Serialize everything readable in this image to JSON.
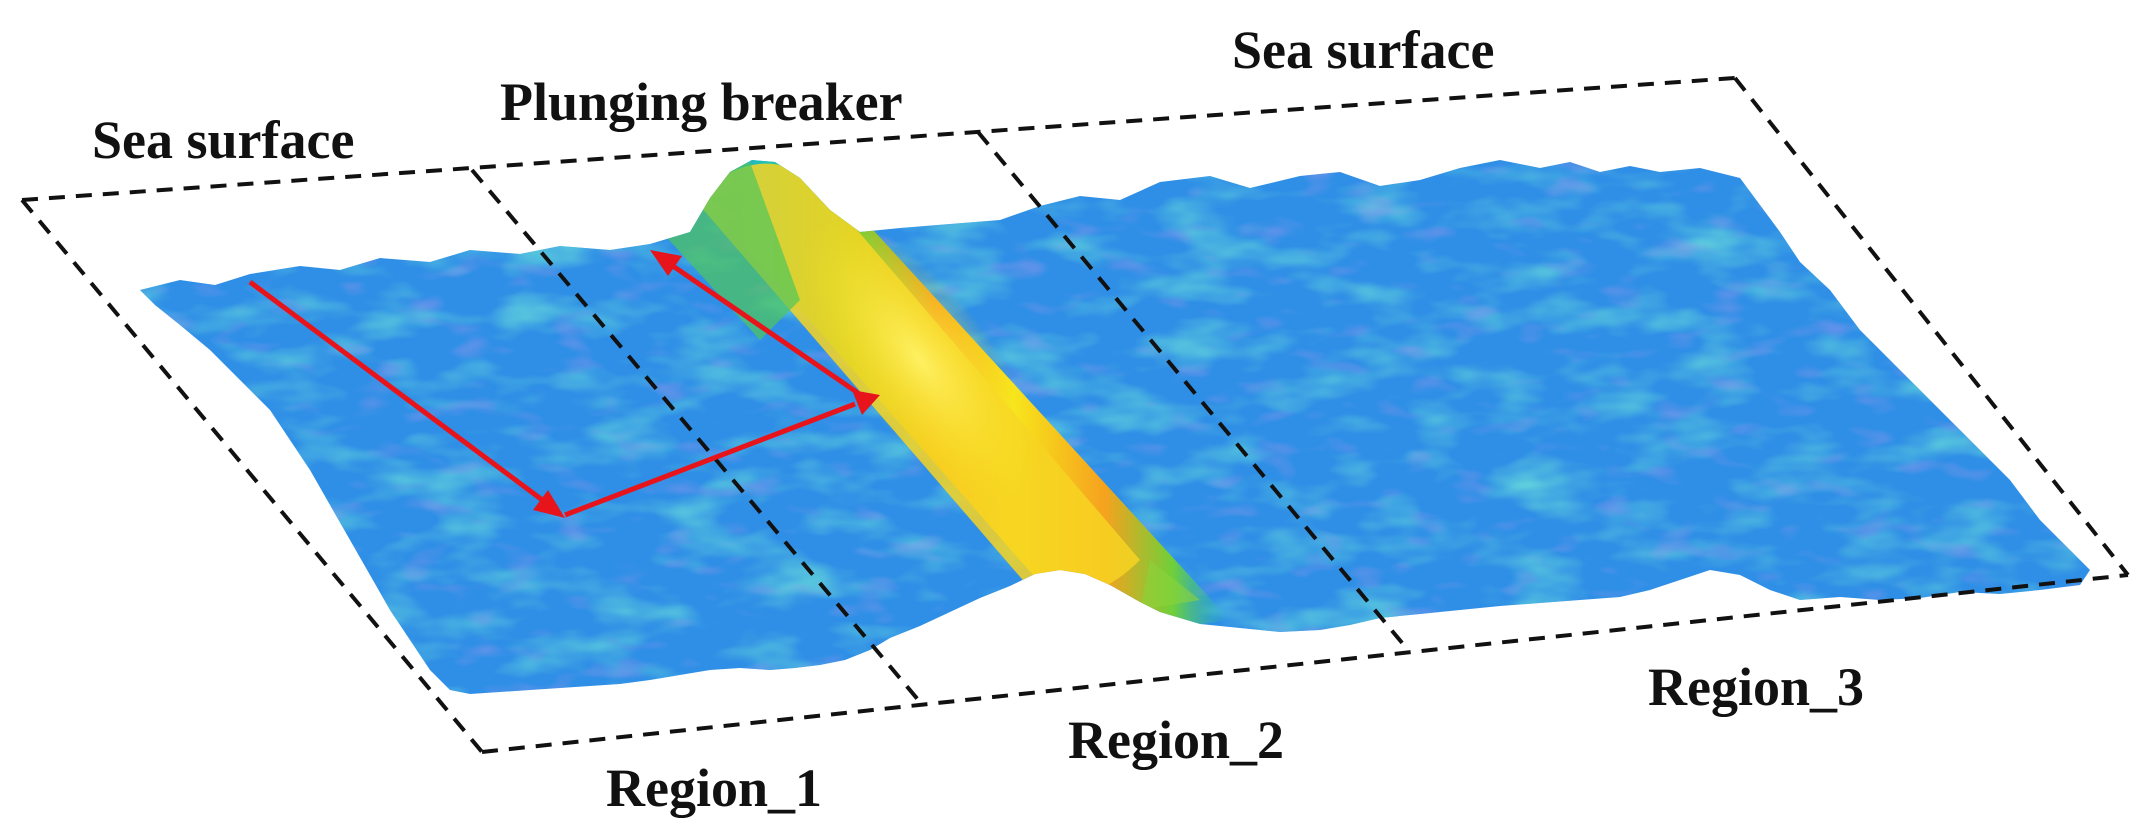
{
  "labels": {
    "sea_surface_left": "Sea surface",
    "plunging_breaker": "Plunging breaker",
    "sea_surface_right": "Sea surface",
    "region_1": "Region_1",
    "region_2": "Region_2",
    "region_3": "Region_3"
  },
  "colors": {
    "arrow": "#e8141b",
    "outline": "#111111",
    "surface_low": "#3b4fd8",
    "surface_mid": "#2f8fe6",
    "surface_teal": "#1fc2b4",
    "crest_green": "#6fcf3a",
    "crest_yellow": "#f7e51c",
    "crest_orange": "#f6a21e"
  }
}
